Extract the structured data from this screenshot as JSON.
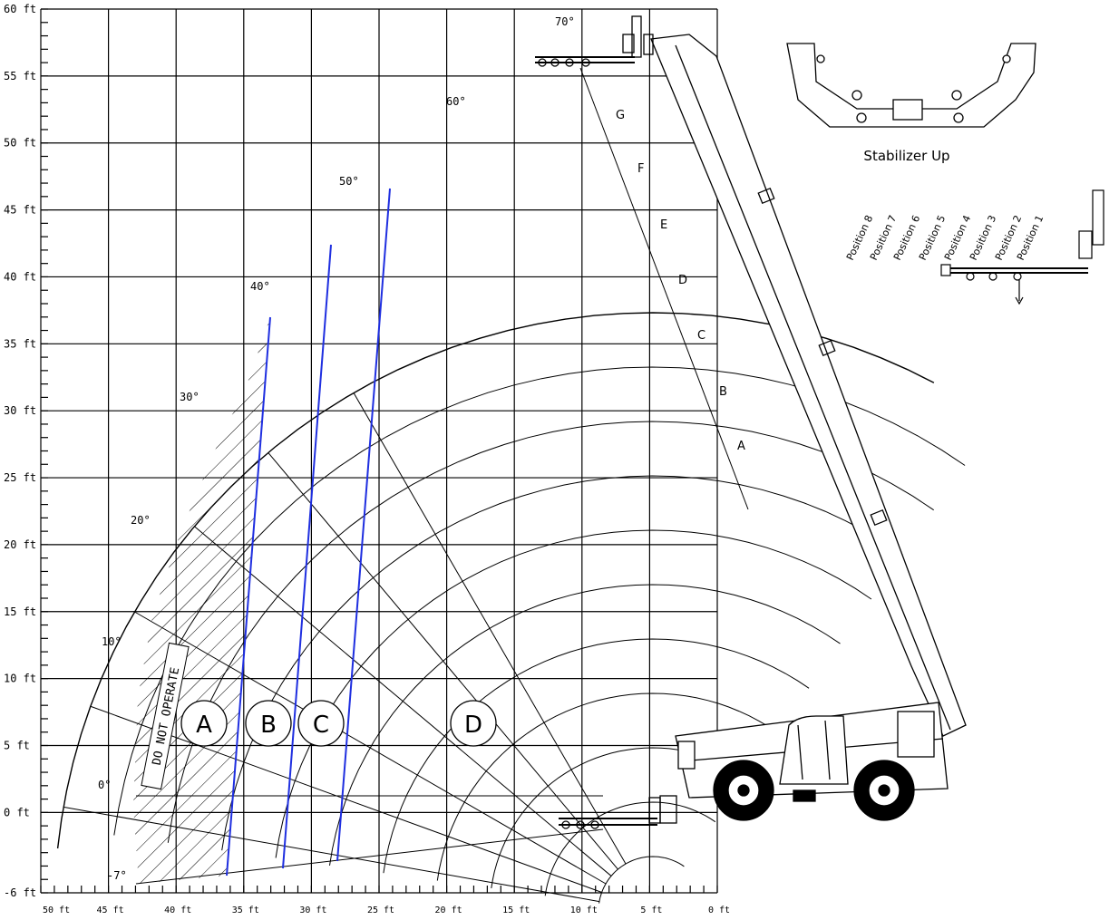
{
  "chart": {
    "y_ticks": [
      "60 ft",
      "55 ft",
      "50 ft",
      "45 ft",
      "40 ft",
      "35 ft",
      "30 ft",
      "25 ft",
      "20 ft",
      "15 ft",
      "10 ft",
      "5 ft",
      "0 ft",
      "-6 ft"
    ],
    "x_ticks": [
      "50 ft",
      "45 ft",
      "40 ft",
      "35 ft",
      "30 ft",
      "25 ft",
      "20 ft",
      "15 ft",
      "10 ft",
      "5 ft",
      "0 ft"
    ],
    "angle_labels": [
      "70°",
      "60°",
      "50°",
      "40°",
      "30°",
      "20°",
      "10°",
      "0°",
      "-7°"
    ],
    "extension_labels": [
      "G",
      "F",
      "E",
      "D",
      "C",
      "B",
      "A"
    ],
    "zone_labels": [
      "A",
      "B",
      "C",
      "D"
    ],
    "warning": "DO NOT OPERATE"
  },
  "inset": {
    "caption": "Stabilizer Up",
    "positions": [
      "Position 8",
      "Position 7",
      "Position 6",
      "Position 5",
      "Position 4",
      "Position 3",
      "Position 2",
      "Position 1"
    ]
  },
  "colors": {
    "grid": "#000000",
    "zone_lines": "#1f2fe0"
  }
}
